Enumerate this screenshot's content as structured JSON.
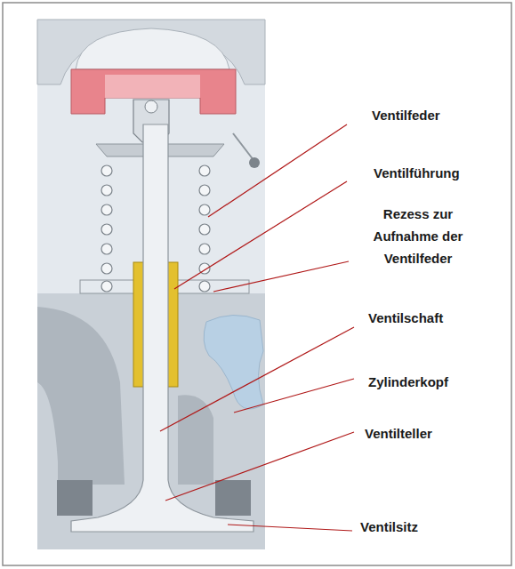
{
  "diagram": {
    "labels": [
      "Ventilfeder",
      "Ventilführung",
      "Rezess zur Aufnahme der Ventilfeder",
      "Ventilschaft",
      "Zylinderkopf",
      "Ventilteller",
      "Ventilsitz"
    ]
  }
}
